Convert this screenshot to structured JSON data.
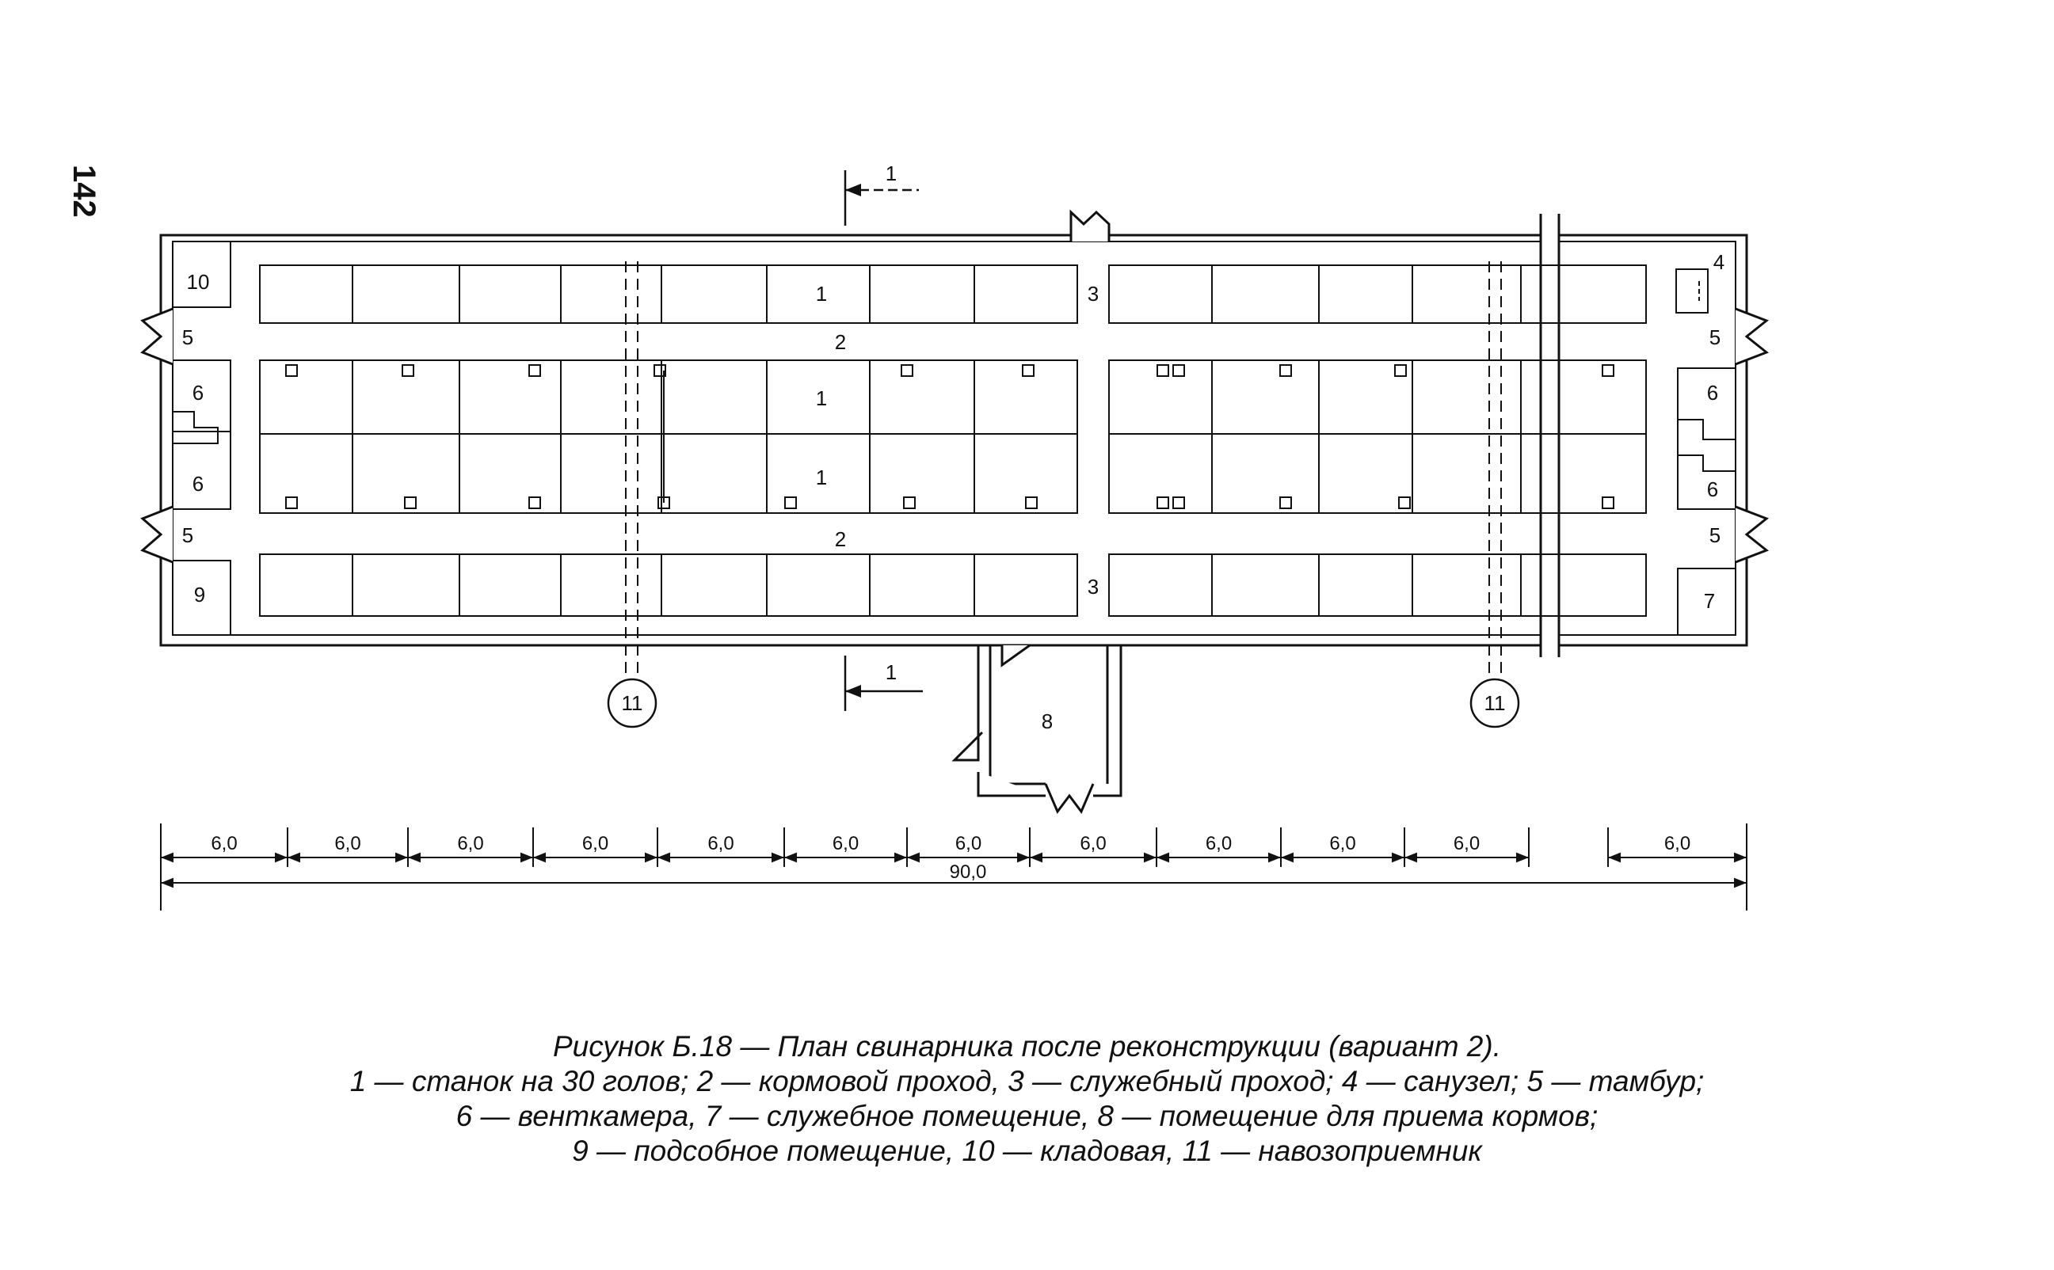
{
  "page_number": "142",
  "section_mark": "1",
  "room_labels": {
    "stall": "1",
    "feed_passage": "2",
    "service_passage": "3",
    "toilet": "4",
    "vestibule": "5",
    "vent_chamber": "6",
    "service_room": "7",
    "feed_room": "8",
    "auxiliary_room": "9",
    "storeroom": "10",
    "manure_receiver": "11"
  },
  "dimensions": {
    "bay": "6,0",
    "total": "90,0"
  },
  "caption": {
    "line1": "Рисунок Б.18 — План свинарника после реконструкции (вариант 2).",
    "line2": "1 — станок на 30 голов; 2 — кормовой проход, 3 — служебный проход; 4 — санузел; 5 — тамбур;",
    "line3": "6 — венткамера, 7 — служебное помещение, 8 — помещение для приема кормов;",
    "line4": "9 — подсобное помещение, 10 — кладовая, 11 — навозоприемник"
  }
}
